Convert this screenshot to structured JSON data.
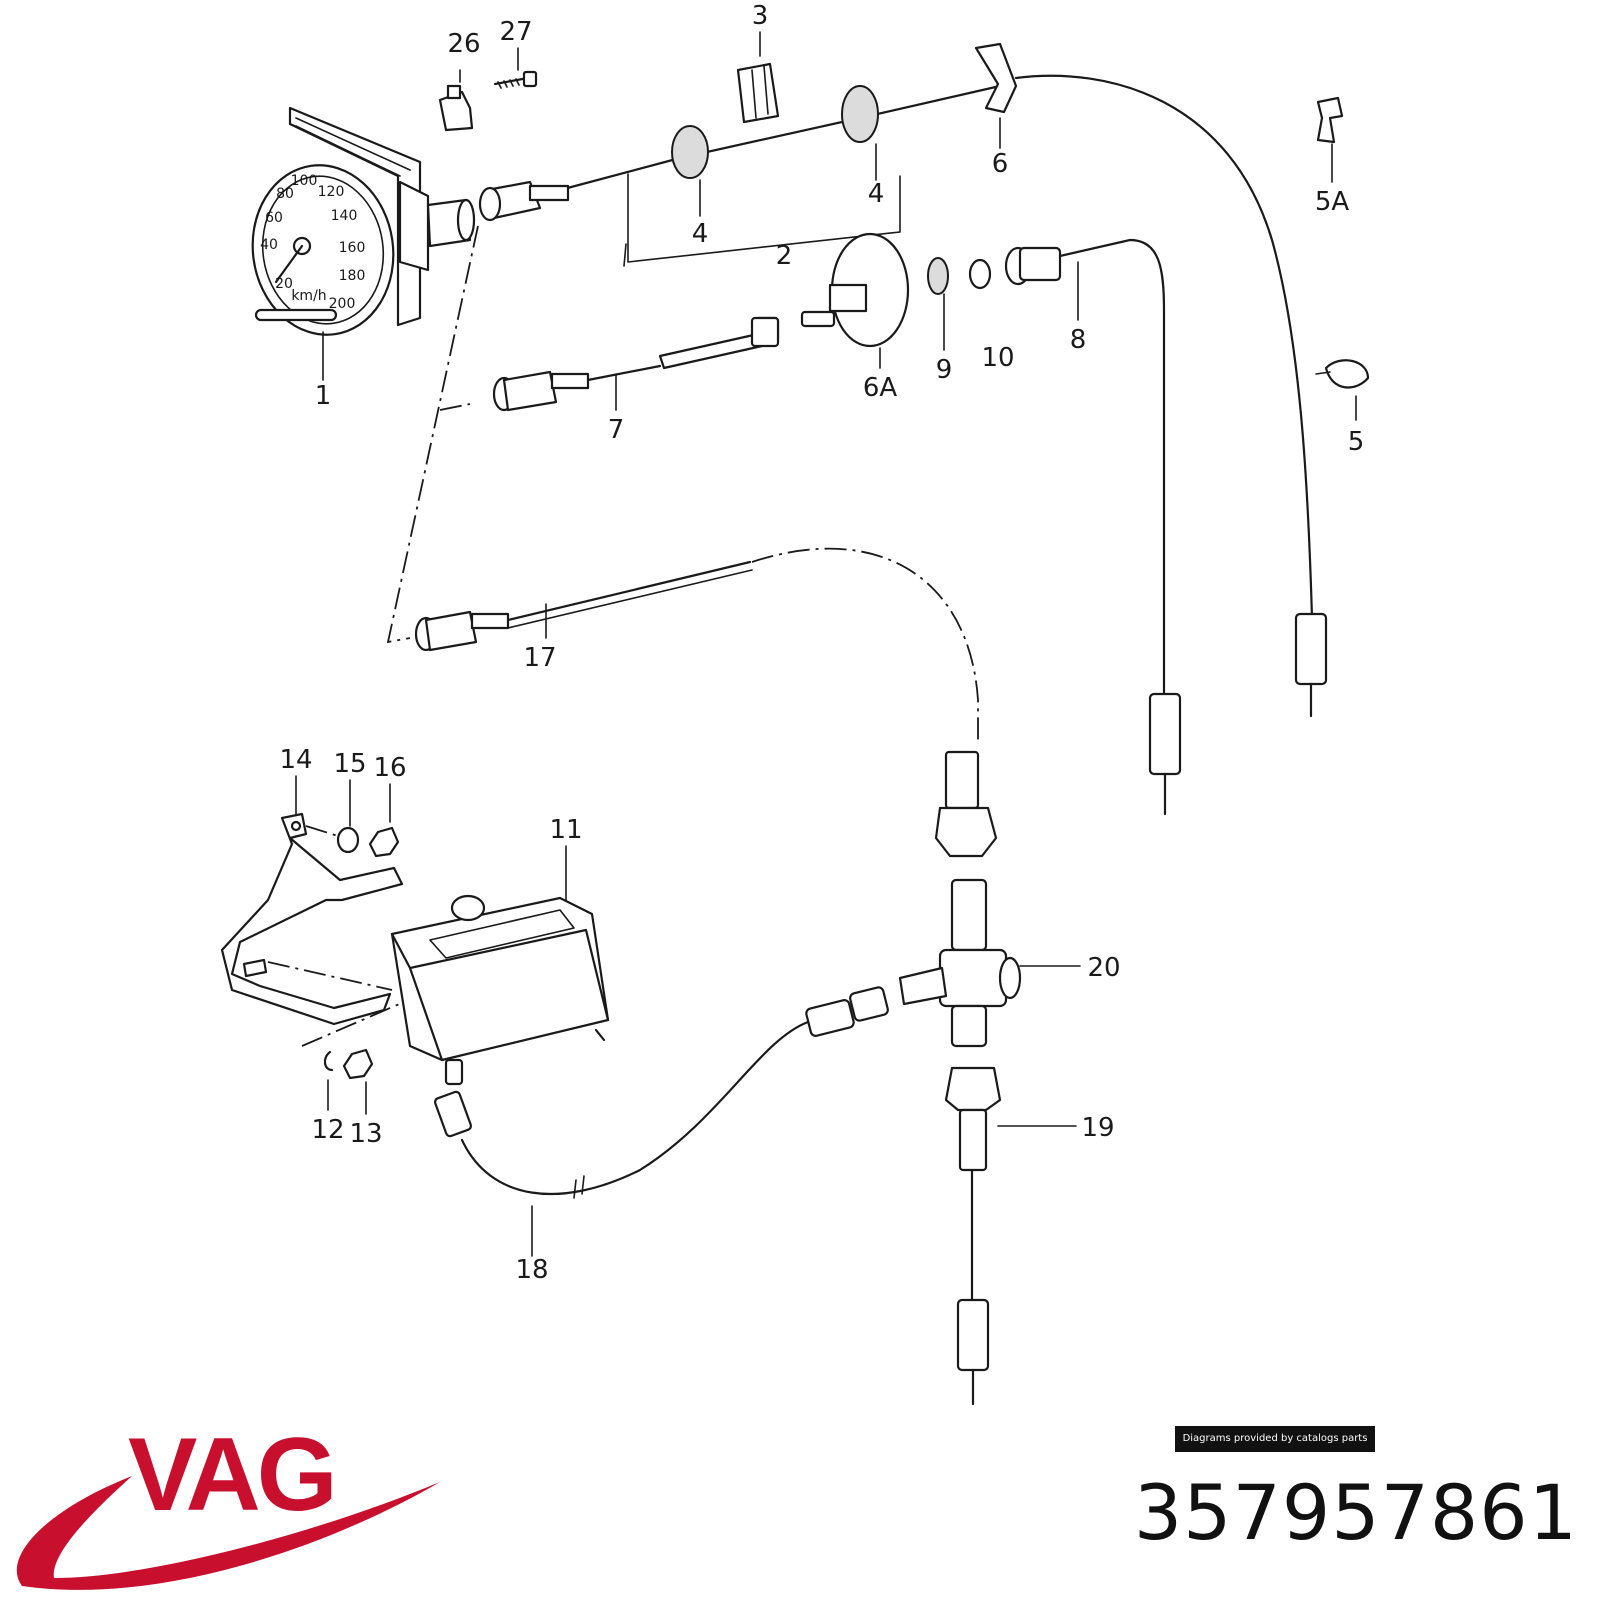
{
  "callouts": [
    {
      "id": "c1",
      "text": "1"
    },
    {
      "id": "c2",
      "text": "2"
    },
    {
      "id": "c3",
      "text": "3"
    },
    {
      "id": "c4a",
      "text": "4"
    },
    {
      "id": "c4b",
      "text": "4"
    },
    {
      "id": "c5",
      "text": "5"
    },
    {
      "id": "c5a",
      "text": "5A"
    },
    {
      "id": "c6",
      "text": "6"
    },
    {
      "id": "c6a",
      "text": "6A"
    },
    {
      "id": "c7",
      "text": "7"
    },
    {
      "id": "c8",
      "text": "8"
    },
    {
      "id": "c9",
      "text": "9"
    },
    {
      "id": "c10",
      "text": "10"
    },
    {
      "id": "c11",
      "text": "11"
    },
    {
      "id": "c12",
      "text": "12"
    },
    {
      "id": "c13",
      "text": "13"
    },
    {
      "id": "c14",
      "text": "14"
    },
    {
      "id": "c15",
      "text": "15"
    },
    {
      "id": "c16",
      "text": "16"
    },
    {
      "id": "c17",
      "text": "17"
    },
    {
      "id": "c18",
      "text": "18"
    },
    {
      "id": "c19",
      "text": "19"
    },
    {
      "id": "c20",
      "text": "20"
    },
    {
      "id": "c26",
      "text": "26"
    },
    {
      "id": "c27",
      "text": "27"
    }
  ],
  "speedometer": {
    "scale": [
      "20",
      "40",
      "60",
      "80",
      "100",
      "120",
      "140",
      "160",
      "180",
      "200"
    ],
    "unit": "km/h"
  },
  "credit": "Diagrams provided by catalogs parts",
  "brand": {
    "text": "VAG",
    "color": "#c8102e"
  },
  "part_number": "357957861"
}
